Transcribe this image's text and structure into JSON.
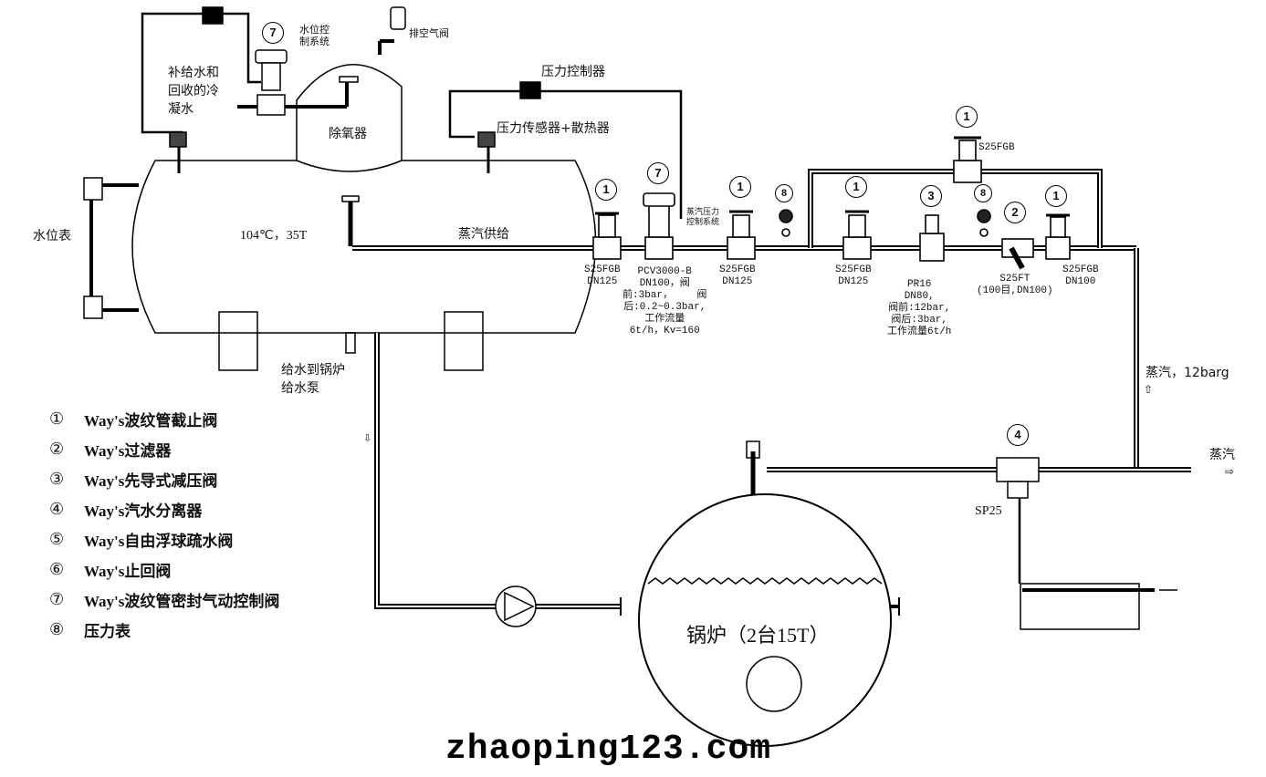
{
  "title": "蒸汽系统流程图",
  "deaerator": {
    "label": "除氧器",
    "vent_label": "排空气阀",
    "level_control_label": "水位控\n制系统",
    "makeup_label": "补给水和\n回收的冷\n凝水",
    "tank_condition": "104℃，35T",
    "level_gauge_label": "水位表",
    "feed_label": "给水到锅炉\n给水泵",
    "steam_supply_label": "蒸汽供给"
  },
  "pressure_control": {
    "controller_label": "压力控制器",
    "sensor_label": "压力传感器+散热器",
    "steam_pressure_system_label": "蒸汽压力\n控制系统"
  },
  "components": [
    {
      "id": "v1",
      "tag": "1",
      "label": "S25FGB\nDN125"
    },
    {
      "id": "pcv",
      "tag": "7",
      "label": "PCV3000-B\nDN100，阀\n前:3bar，    阀\n后:0.2~0.3bar,\n工作流量\n6t/h，Kv=160"
    },
    {
      "id": "v2",
      "tag": "1",
      "label": "S25FGB\nDN125"
    },
    {
      "id": "g1",
      "tag": "8",
      "label": ""
    },
    {
      "id": "v3",
      "tag": "1",
      "label": "S25FGB\nDN125"
    },
    {
      "id": "prv",
      "tag": "3",
      "label": "PR16\nDN80,\n阀前:12bar,\n阀后:3bar,\n工作流量6t/h"
    },
    {
      "id": "g2",
      "tag": "8",
      "label": ""
    },
    {
      "id": "strainer",
      "tag": "2",
      "label": "S25FT\n(100目,DN100)"
    },
    {
      "id": "v4",
      "tag": "1",
      "label": "S25FGB\nDN100"
    },
    {
      "id": "bypass",
      "tag": "1",
      "label": "S25FGB"
    },
    {
      "id": "separator",
      "tag": "4",
      "label": "SP25"
    }
  ],
  "steam": {
    "riser_label": "蒸汽，12barg",
    "outlet_label": "蒸汽"
  },
  "boiler": {
    "label": "锅炉（2台15T）"
  },
  "legend": [
    {
      "num": "①",
      "text": "Way's波纹管截止阀"
    },
    {
      "num": "②",
      "text": "Way's过滤器"
    },
    {
      "num": "③",
      "text": "Way's先导式减压阀"
    },
    {
      "num": "④",
      "text": "Way's汽水分离器"
    },
    {
      "num": "⑤",
      "text": "Way's自由浮球疏水阀"
    },
    {
      "num": "⑥",
      "text": "Way's止回阀"
    },
    {
      "num": "⑦",
      "text": "Way's波纹管密封气动控制阀"
    },
    {
      "num": "⑧",
      "text": "压力表"
    }
  ],
  "watermark": "zhaoping123.com"
}
